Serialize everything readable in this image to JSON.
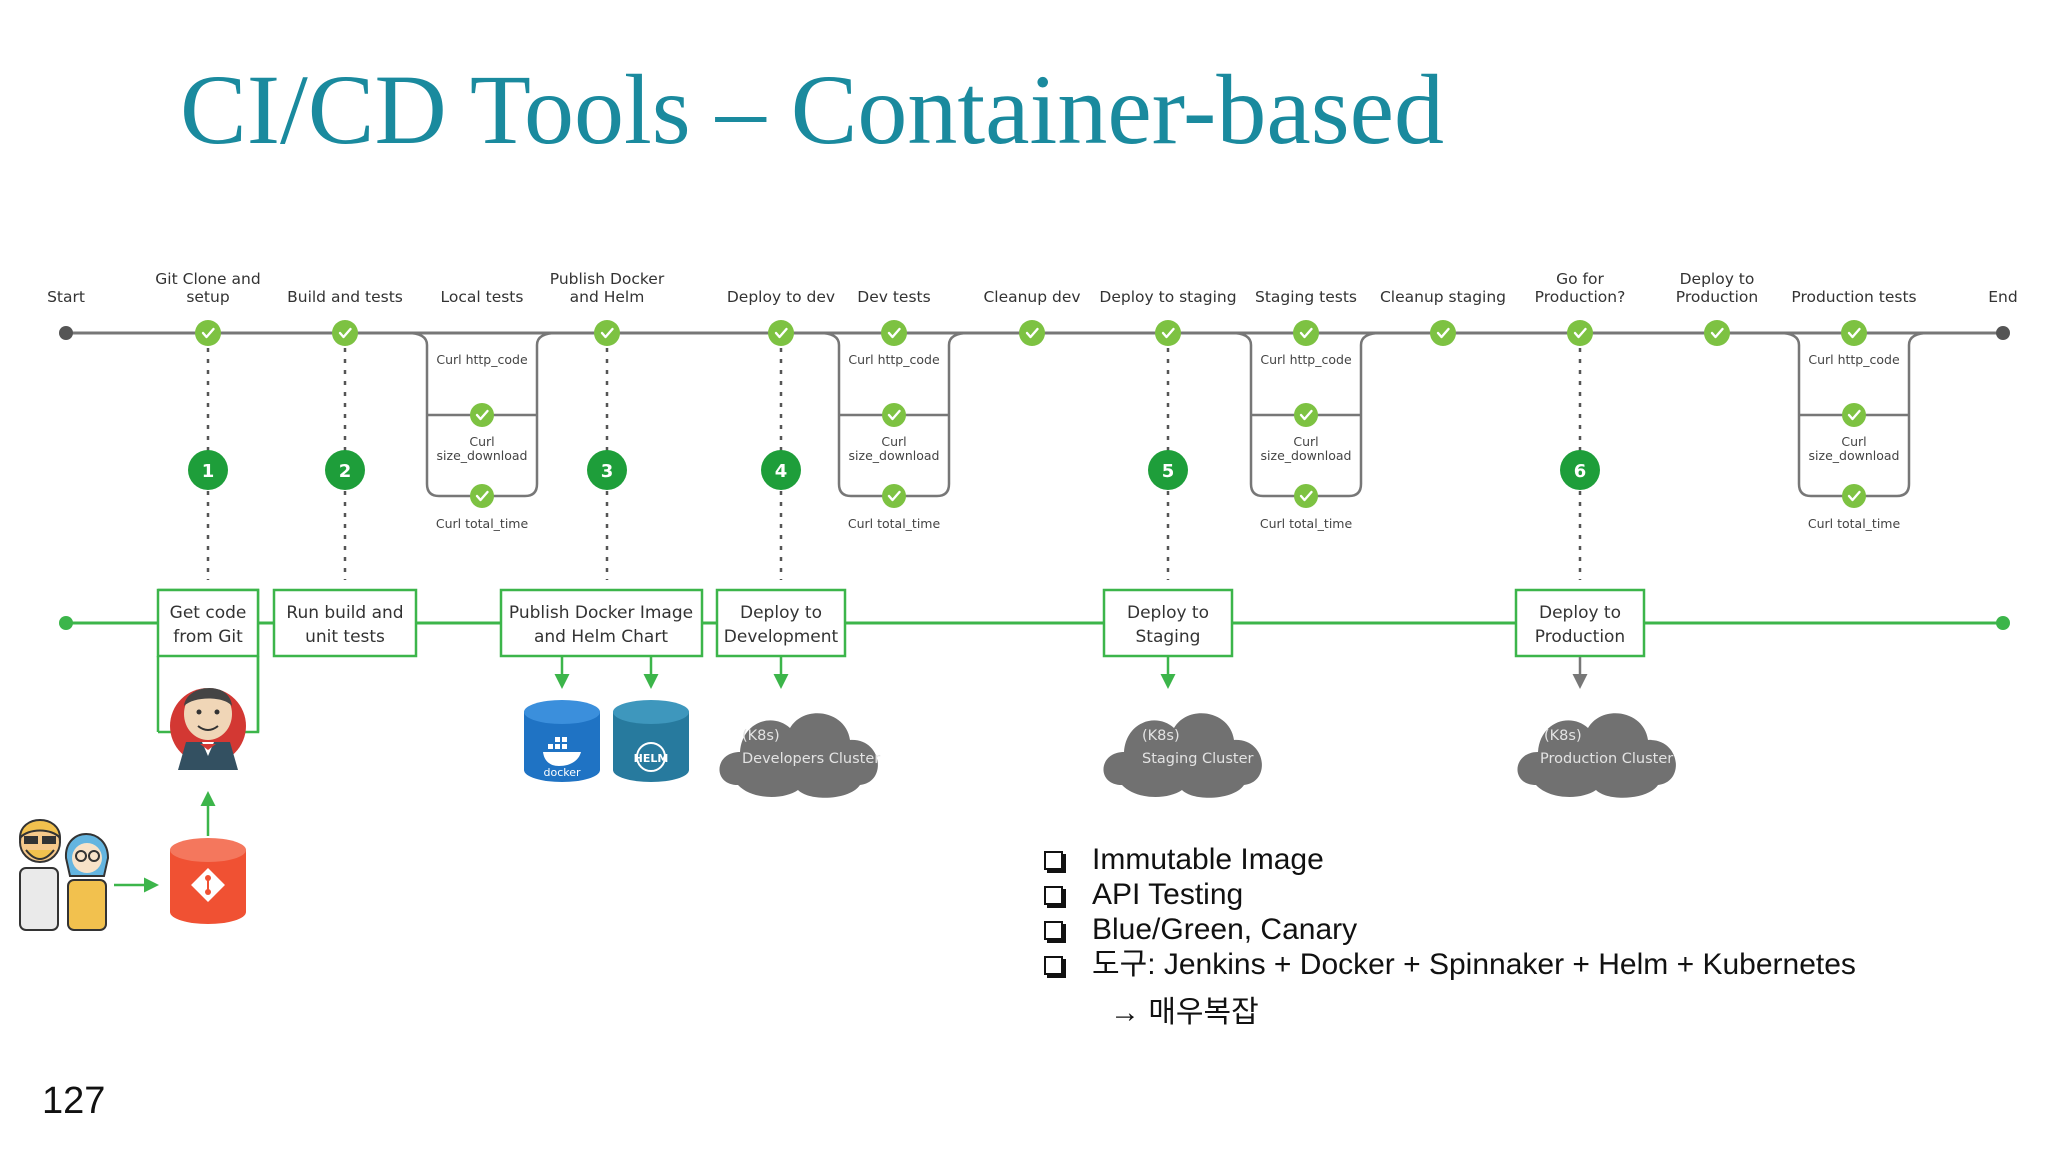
{
  "title": "CI/CD Tools – Container-based",
  "page_number": "127",
  "pipeline": {
    "start_label": "Start",
    "end_label": "End",
    "stages": [
      "Git Clone and setup",
      "Build and tests",
      "Local tests",
      "Publish Docker and Helm",
      "Deploy to dev",
      "Dev tests",
      "Cleanup dev",
      "Deploy to staging",
      "Staging tests",
      "Cleanup staging",
      "Go for Production?",
      "Deploy to Production",
      "Production tests"
    ],
    "test_steps": [
      "Curl http_code",
      "Curl size_download",
      "Curl total_time"
    ],
    "step_numbers": [
      "1",
      "2",
      "3",
      "4",
      "5",
      "6"
    ]
  },
  "lower_flow": {
    "boxes": [
      "Get code from Git",
      "Run build and unit tests",
      "Publish Docker Image and Helm Chart",
      "Deploy to Development",
      "Deploy to Staging",
      "Deploy to Production"
    ],
    "clouds": [
      {
        "line1": "(K8s)",
        "line2": "Developers Cluster"
      },
      {
        "line1": "(K8s)",
        "line2": "Staging Cluster"
      },
      {
        "line1": "(K8s)",
        "line2": "Production Cluster"
      }
    ],
    "docker_label": "docker",
    "helm_label": "HELM"
  },
  "bullets": [
    "Immutable Image",
    "API Testing",
    "Blue/Green, Canary",
    "도구: Jenkins + Docker + Spinnaker + Helm + Kubernetes"
  ],
  "sub_bullet": "→ 매우복잡",
  "colors": {
    "title": "#1a8a9e",
    "pipeline_line": "#777777",
    "check_green": "#7dc242",
    "number_green": "#1e9e3a",
    "flow_green": "#3cb54a",
    "cloud_gray": "#717171",
    "docker_blue": "#1f73c4",
    "helm_blue": "#277a9e",
    "git_red": "#f05133"
  }
}
